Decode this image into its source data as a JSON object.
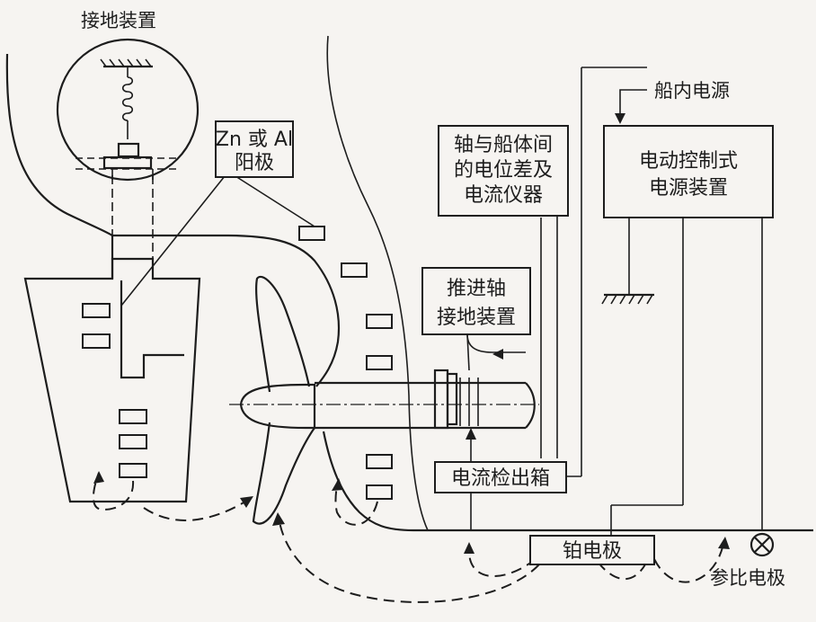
{
  "diagram": {
    "labels": {
      "grounding_device": "接地装置",
      "anode_line1": "Zn 或 Al",
      "anode_line2": "阳极",
      "instrument_line1": "轴与船体间",
      "instrument_line2": "的电位差及",
      "instrument_line3": "电流仪器",
      "shaft_ground_line1": "推进轴",
      "shaft_ground_line2": "接地装置",
      "ship_power": "船内电源",
      "controller_line1": "电动控制式",
      "controller_line2": "电源装置",
      "current_box": "电流检出箱",
      "platinum_electrode": "铂电极",
      "reference_electrode": "参比电极"
    }
  }
}
